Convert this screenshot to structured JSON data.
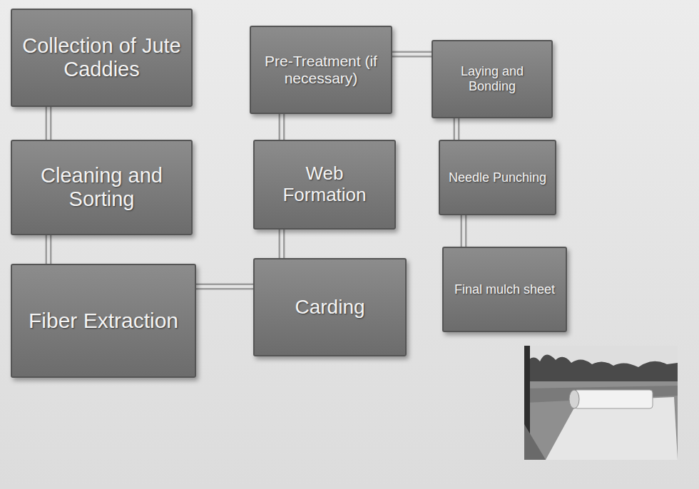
{
  "diagram": {
    "nodes": [
      {
        "text": [
          "Collection of Jute Caddies"
        ]
      },
      {
        "text": [
          "Cleaning and Sorting"
        ]
      },
      {
        "text": [
          "Fiber Extraction"
        ]
      },
      {
        "text": [
          "Carding"
        ]
      },
      {
        "text": [
          "Web Formation"
        ]
      },
      {
        "text": [
          "Pre-Treatment (if necessary)"
        ]
      },
      {
        "text": [
          "Laying and Bonding"
        ]
      },
      {
        "text": [
          "Needle Punching"
        ]
      },
      {
        "text": [
          "Final mulch sheet"
        ]
      }
    ],
    "edges": [
      {
        "from": 0,
        "to": 1,
        "arrow": "none"
      },
      {
        "from": 1,
        "to": 2,
        "arrow": "none"
      },
      {
        "from": 2,
        "to": 3,
        "arrow": "none"
      },
      {
        "from": 3,
        "to": 4,
        "arrow": "none"
      },
      {
        "from": 4,
        "to": 5,
        "arrow": "none"
      },
      {
        "from": 5,
        "to": 6,
        "arrow": "none"
      },
      {
        "from": 6,
        "to": 7,
        "arrow": "none"
      },
      {
        "from": 7,
        "to": 8,
        "arrow": "none"
      }
    ]
  }
}
